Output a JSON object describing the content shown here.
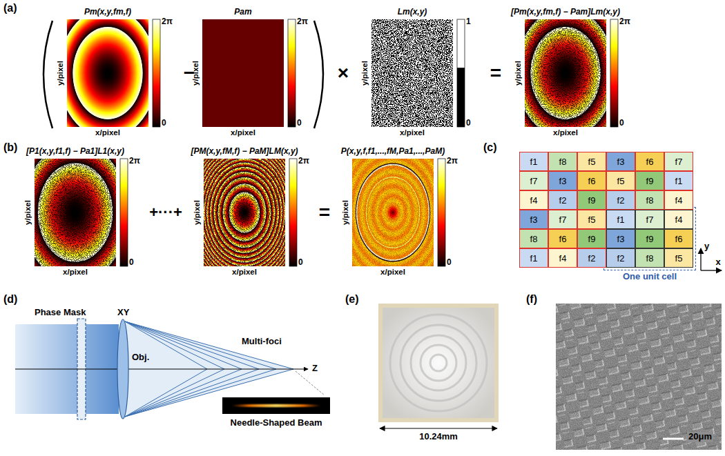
{
  "diagram": {
    "nodes": [
      {
        "text": [
          "One unit cell"
        ]
      },
      {
        "text": [
          "f1"
        ]
      },
      {
        "text": [
          "f8"
        ]
      },
      {
        "text": [
          "f5"
        ]
      },
      {
        "text": [
          "f3"
        ]
      },
      {
        "text": [
          "f6"
        ]
      },
      {
        "text": [
          "f7"
        ]
      },
      {
        "text": [
          "f7"
        ]
      },
      {
        "text": [
          "f3"
        ]
      },
      {
        "text": [
          "f6"
        ]
      },
      {
        "text": [
          "f5"
        ]
      },
      {
        "text": [
          "f9"
        ]
      },
      {
        "text": [
          "f1"
        ]
      },
      {
        "text": [
          "f4"
        ]
      },
      {
        "text": [
          "f2"
        ]
      },
      {
        "text": [
          "f9"
        ]
      },
      {
        "text": [
          "f2"
        ]
      },
      {
        "text": [
          "f8"
        ]
      },
      {
        "text": [
          "f4"
        ]
      },
      {
        "text": [
          "f3"
        ]
      },
      {
        "text": [
          "f7"
        ]
      },
      {
        "text": [
          "f5"
        ]
      },
      {
        "text": [
          "f1"
        ],
        "in": 0
      },
      {
        "text": [
          "f7"
        ],
        "in": 0
      },
      {
        "text": [
          "f4"
        ],
        "in": 0
      },
      {
        "text": [
          "f8"
        ]
      },
      {
        "text": [
          "f6"
        ]
      },
      {
        "text": [
          "f9"
        ]
      },
      {
        "text": [
          "f3"
        ],
        "in": 0
      },
      {
        "text": [
          "f9"
        ],
        "in": 0
      },
      {
        "text": [
          "f6"
        ],
        "in": 0
      },
      {
        "text": [
          "f1"
        ]
      },
      {
        "text": [
          "f4"
        ]
      },
      {
        "text": [
          "f2"
        ]
      },
      {
        "text": [
          "f2"
        ],
        "in": 0
      },
      {
        "text": [
          "f8"
        ],
        "in": 0
      },
      {
        "text": [
          "f5"
        ],
        "in": 0
      }
    ],
    "labels": [
      "(a)",
      "Pm(x,y,fm,f)",
      "2π",
      "0",
      "y/pixel",
      "x/pixel",
      "−",
      "Pam",
      "2π",
      "0",
      "y/pixel",
      "x/pixel",
      "×",
      "Lm(x,y)",
      "1",
      "0",
      "y/pixel",
      "x/pixel",
      "=",
      "[Pm(x,y,fm,f) − Pam]Lm(x,y)",
      "2π",
      "0",
      "y/pixel",
      "x/pixel",
      "(b)",
      "[P1(x,y,f1,f) − Pa1]L1(x,y)",
      "2π",
      "0",
      "y/pixel",
      "x/pixel",
      "+···+",
      "[PM(x,y,fM,f) − PaM]LM(x,y)",
      "2π",
      "0",
      "y/pixel",
      "x/pixel",
      "=",
      "P(x,y,f,f1,...,fM,Pa1,...,PaM)",
      "2π",
      "0",
      "y/pixel",
      "x/pixel",
      "(c)",
      "y",
      "x",
      "(d)",
      "Phase Mask",
      "XY",
      "Obj.",
      "Multi-foci",
      "Z",
      "Needle-Shaped Beam",
      "(e)",
      "10.24mm",
      "(f)",
      "20μm"
    ]
  }
}
